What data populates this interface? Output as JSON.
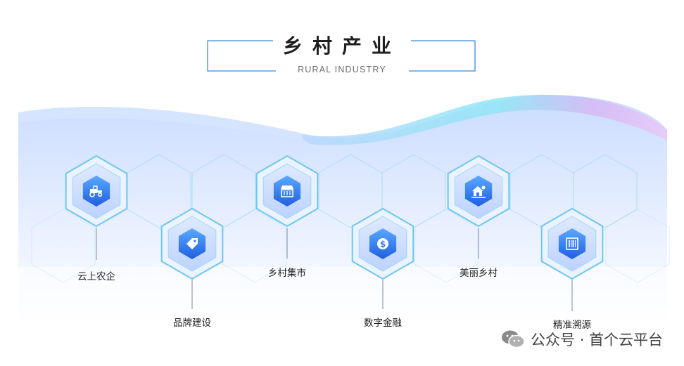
{
  "header": {
    "title": "乡村产业",
    "subtitle": "RURAL INDUSTRY"
  },
  "nodes": [
    {
      "label": "云上农企",
      "icon": "tractor-icon"
    },
    {
      "label": "品牌建设",
      "icon": "tag-icon"
    },
    {
      "label": "乡村集市",
      "icon": "market-stall-icon"
    },
    {
      "label": "数字金融",
      "icon": "dollar-coin-icon"
    },
    {
      "label": "美丽乡村",
      "icon": "village-house-icon"
    },
    {
      "label": "精准溯源",
      "icon": "barcode-icon"
    }
  ],
  "watermark": {
    "text": "公众号 · 首个云平台",
    "icon": "wechat-icon"
  },
  "colors": {
    "accent": "#2f7bf0",
    "hex_border": "#7ccbf2",
    "wave_purple": "#d7b8f5",
    "wave_cyan": "#8fe7f5",
    "wave_blue": "#cfe0ff"
  }
}
